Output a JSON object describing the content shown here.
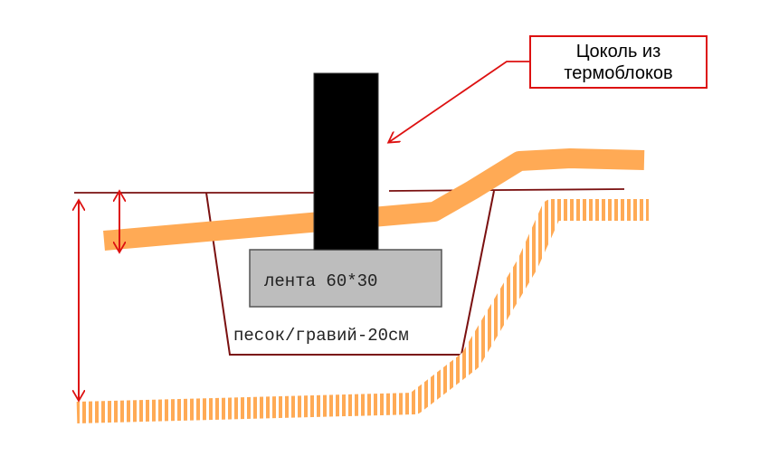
{
  "labels": {
    "plinth_line1": "Цоколь из",
    "plinth_line2": "термоблоков",
    "strip_foundation": "лента 60*30",
    "sand_gravel": "песок/гравий-20см"
  },
  "colors": {
    "ground_surface": "#ffaa55",
    "frost_line": "#ffaa55",
    "plinth_block": "#000000",
    "strip_foundation": "#bdbdbd",
    "trench_outline": "#7a1010",
    "annotation": "#dd1111"
  }
}
